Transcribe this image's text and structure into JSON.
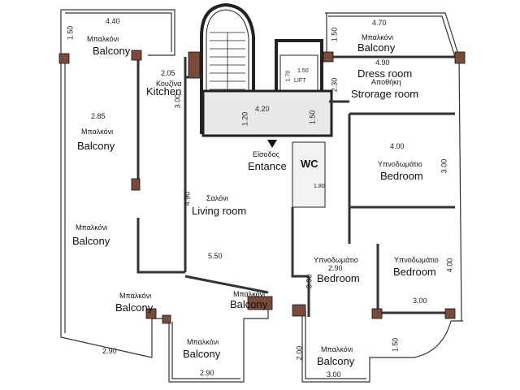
{
  "rooms": [
    {
      "id": "balcony-top-left",
      "gr": "Μπαλκόνι",
      "en": "Balcony"
    },
    {
      "id": "balcony-top-right",
      "gr": "Μπαλκόνι",
      "en": "Balcony"
    },
    {
      "id": "dress-room",
      "en": "Dress room"
    },
    {
      "id": "storage-room",
      "gr": "Αποθήκη",
      "en": "Strorage room"
    },
    {
      "id": "kitchen",
      "gr": "Κουζίνα",
      "en": "Kitchen"
    },
    {
      "id": "balcony-left-upper",
      "gr": "Μπαλκόνι",
      "en": "Balcony"
    },
    {
      "id": "entrance",
      "gr": "Είσοδος",
      "en": "Entance"
    },
    {
      "id": "wc",
      "en": "WC"
    },
    {
      "id": "bedroom-1",
      "gr": "Υπνοδωμάτιο",
      "en": "Bedroom"
    },
    {
      "id": "living-room",
      "gr": "Σαλόνι",
      "en": "Living room"
    },
    {
      "id": "balcony-left-lower",
      "gr": "Μπαλκόνι",
      "en": "Balcony"
    },
    {
      "id": "bedroom-2",
      "gr": "Υπνοδωμάτιο",
      "en": "Bedroom"
    },
    {
      "id": "bedroom-3",
      "gr": "Υπνοδωμάτιο",
      "en": "Bedroom"
    },
    {
      "id": "balcony-bottom-1",
      "gr": "Μπαλκόνι",
      "en": "Balcony"
    },
    {
      "id": "balcony-bottom-2",
      "gr": "Μπαλκόνι",
      "en": "Balcony"
    },
    {
      "id": "balcony-bottom-3",
      "gr": "Μπαλκόνι",
      "en": "Balcony"
    },
    {
      "id": "balcony-bottom-4",
      "gr": "Μπαλκόνι",
      "en": "Balcony"
    }
  ],
  "dimensions": [
    "4.40",
    "1.50",
    "4.70",
    "1.50",
    "4.90",
    "2.05",
    "3.00",
    "2.30",
    "2.85",
    "4.20",
    "1.20",
    "1.50",
    "4.00",
    "3.00",
    "4.90",
    "5.50",
    "2.90",
    "4.00",
    "3.90",
    "3.00",
    "2.90",
    "2.90",
    "2.00",
    "1.50",
    "3.00",
    "1.70",
    "1.50",
    "1.80"
  ],
  "lift_label": "LIFT"
}
